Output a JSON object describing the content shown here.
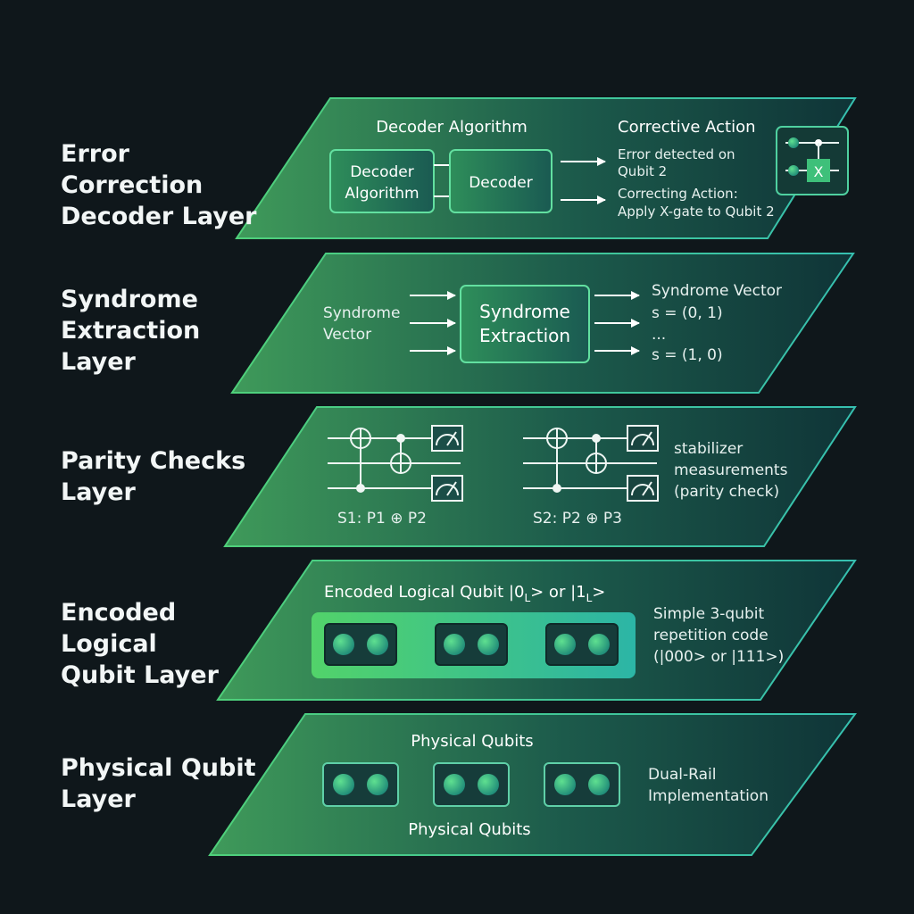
{
  "layers": [
    {
      "label_l1": "Error Correction",
      "label_l2": "Decoder Layer"
    },
    {
      "label_l1": "Syndrome",
      "label_l2": "Extraction Layer"
    },
    {
      "label_l1": "Parity Checks",
      "label_l2": "Layer"
    },
    {
      "label_l1": "Encoded Logical",
      "label_l2": "Qubit Layer"
    },
    {
      "label_l1": "Physical Qubit",
      "label_l2": "Layer"
    }
  ],
  "decoder": {
    "heading": "Decoder Algorithm",
    "box1_l1": "Decoder",
    "box1_l2": "Algorithm",
    "box2": "Decoder",
    "action_heading": "Corrective Action",
    "detect_l1": "Error detected on",
    "detect_l2": "Qubit 2",
    "correct_l1": "Correcting Action:",
    "correct_l2": "Apply X-gate to Qubit 2",
    "gate_symbol": "X"
  },
  "syndrome": {
    "input_l1": "Syndrome",
    "input_l2": "Vector",
    "box_l1": "Syndrome",
    "box_l2": "Extraction",
    "out_heading": "Syndrome Vector",
    "out_1": "s = (0, 1)",
    "out_2": "...",
    "out_3": "s = (1, 0)"
  },
  "parity": {
    "s1": "S1: P1 ⊕ P2",
    "s2": "S2: P2 ⊕ P3",
    "note_l1": "stabilizer",
    "note_l2": "measurements",
    "note_l3": "(parity check)"
  },
  "encoded": {
    "title_a": "Encoded Logical Qubit |0",
    "title_sub1": "L",
    "title_b": "> or |1",
    "title_sub2": "L",
    "title_c": ">",
    "note_l1": "Simple 3-qubit",
    "note_l2": "repetition code",
    "note_l3": "(|000> or |111>)"
  },
  "physical": {
    "top_label": "Physical Qubits",
    "bottom_label": "Physical Qubits",
    "note_l1": "Dual-Rail",
    "note_l2": "Implementation"
  },
  "colors": {
    "background": "#0f171b",
    "plate_light": "#3f9a5a",
    "plate_dark": "#0f3437",
    "edge": "#3fd0a8",
    "qubit": "#3fc07a"
  }
}
